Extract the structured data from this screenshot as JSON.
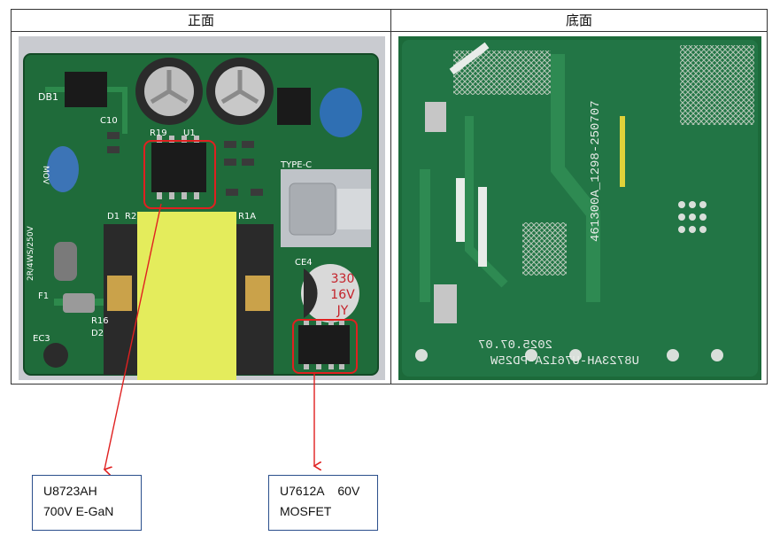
{
  "table": {
    "front_header": "正面",
    "back_header": "底面"
  },
  "front_board": {
    "labels": {
      "db1": "DB1",
      "c10": "C10",
      "r19": "R19",
      "u1": "U1",
      "mov": "MOV",
      "rating": "2R/4WS/250V",
      "d1": "D1",
      "r2": "R2",
      "r1a": "R1A",
      "type_c": "TYPE-C",
      "ce4": "CE4",
      "f1": "F1",
      "r16": "R16",
      "d2": "D2",
      "ec3": "EC3",
      "cap_value": "330",
      "cap_voltage": "16V",
      "cap_brand": "JY"
    }
  },
  "back_board": {
    "labels": {
      "code": "461300A_1298-250707",
      "date": "2025.07.07",
      "model": "U8723AH-U7612A-PD25W"
    }
  },
  "callouts": [
    {
      "line1": "U8723AH",
      "line2": "700V E-GaN"
    },
    {
      "line1": "U7612A    60V",
      "line2": "MOSFET"
    }
  ],
  "colors": {
    "pcb_green": "#1f6b3a",
    "highlight_red": "#e02020",
    "callout_border": "#2b4f8c",
    "transformer_yellow": "#e4ec5c"
  }
}
